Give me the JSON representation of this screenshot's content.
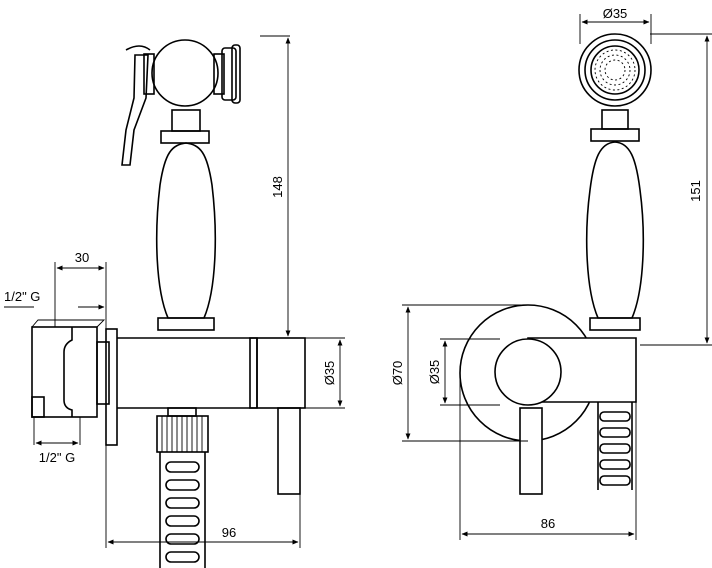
{
  "dimensions": {
    "side_height": "148",
    "side_depth": "30",
    "side_thread_top": "1/2\" G",
    "side_thread_bottom": "1/2\" G",
    "side_body_dia": "Ø35",
    "side_length": "96",
    "front_head_dia": "Ø35",
    "front_height": "151",
    "front_plate_dia": "Ø70",
    "front_body_dia": "Ø35",
    "front_width": "86"
  }
}
